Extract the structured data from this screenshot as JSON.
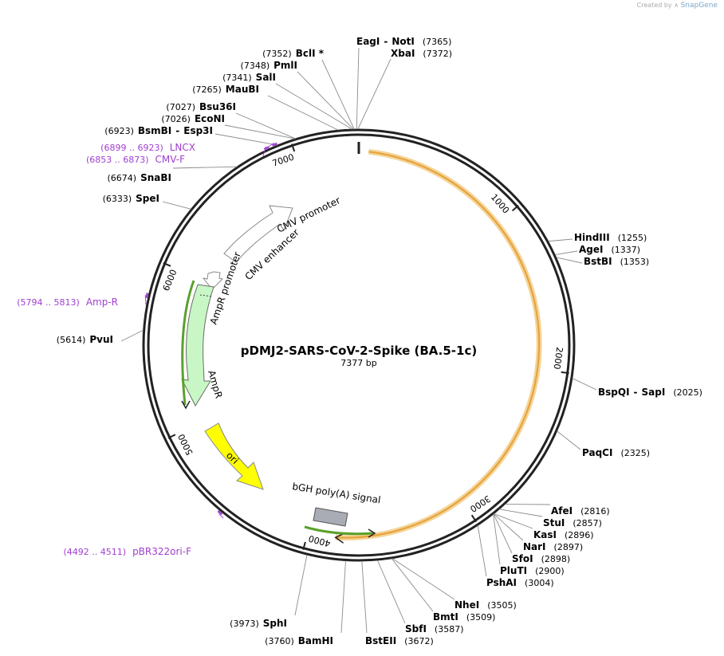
{
  "credit": {
    "prefix": "Created by",
    "brand": "SnapGene"
  },
  "plasmid": {
    "name": "pDMJ2-SARS-CoV-2-Spike (BA.5-1c)",
    "length_label": "7377 bp",
    "length": 7377
  },
  "ticks": [
    "1000",
    "2000",
    "3000",
    "4000",
    "5000",
    "6000",
    "7000"
  ],
  "sites": [
    {
      "id": "eagi",
      "label": "EagI",
      "sep": "-",
      "label2": "NotI",
      "pos": "(7365)",
      "bp": 7365
    },
    {
      "id": "xbai",
      "label": "XbaI",
      "pos": "(7372)",
      "bp": 7372
    },
    {
      "id": "bcli",
      "label": "BclI *",
      "pos": "(7352)",
      "bp": 7352
    },
    {
      "id": "pmli",
      "label": "PmlI",
      "pos": "(7348)",
      "bp": 7348
    },
    {
      "id": "sali",
      "label": "SalI",
      "pos": "(7341)",
      "bp": 7341
    },
    {
      "id": "maubi",
      "label": "MauBI",
      "pos": "(7265)",
      "bp": 7265
    },
    {
      "id": "bsu36i",
      "label": "Bsu36I",
      "pos": "(7027)",
      "bp": 7027
    },
    {
      "id": "econi",
      "label": "EcoNI",
      "pos": "(7026)",
      "bp": 7026
    },
    {
      "id": "bsmbi",
      "label": "BsmBI",
      "sep": "-",
      "label2": "Esp3I",
      "pos": "(6923)",
      "bp": 6923
    },
    {
      "id": "snabi",
      "label": "SnaBI",
      "pos": "(6674)",
      "bp": 6674
    },
    {
      "id": "spei",
      "label": "SpeI",
      "pos": "(6333)",
      "bp": 6333
    },
    {
      "id": "pvui",
      "label": "PvuI",
      "pos": "(5614)",
      "bp": 5614
    },
    {
      "id": "sphi",
      "label": "SphI",
      "pos": "(3973)",
      "bp": 3973
    },
    {
      "id": "bamhi",
      "label": "BamHI",
      "pos": "(3760)",
      "bp": 3760
    },
    {
      "id": "bsteii",
      "label": "BstEII",
      "pos": "(3672)",
      "bp": 3672
    },
    {
      "id": "sbfi",
      "label": "SbfI",
      "pos": "(3587)",
      "bp": 3587
    },
    {
      "id": "bmti",
      "label": "BmtI",
      "pos": "(3509)",
      "bp": 3509
    },
    {
      "id": "nhei",
      "label": "NheI",
      "pos": "(3505)",
      "bp": 3505
    },
    {
      "id": "pshai",
      "label": "PshAI",
      "pos": "(3004)",
      "bp": 3004
    },
    {
      "id": "pluti",
      "label": "PluTI",
      "pos": "(2900)",
      "bp": 2900
    },
    {
      "id": "sfoi",
      "label": "SfoI",
      "pos": "(2898)",
      "bp": 2898
    },
    {
      "id": "nari",
      "label": "NarI",
      "pos": "(2897)",
      "bp": 2897
    },
    {
      "id": "kasi",
      "label": "KasI",
      "pos": "(2896)",
      "bp": 2896
    },
    {
      "id": "stui",
      "label": "StuI",
      "pos": "(2857)",
      "bp": 2857
    },
    {
      "id": "afei",
      "label": "AfeI",
      "pos": "(2816)",
      "bp": 2816
    },
    {
      "id": "paqci",
      "label": "PaqCI",
      "pos": "(2325)",
      "bp": 2325
    },
    {
      "id": "bspqi",
      "label": "BspQI",
      "sep": "-",
      "label2": "SapI",
      "pos": "(2025)",
      "bp": 2025
    },
    {
      "id": "hindiii",
      "label": "HindIII",
      "pos": "(1255)",
      "bp": 1255
    },
    {
      "id": "agei",
      "label": "AgeI",
      "pos": "(1337)",
      "bp": 1337
    },
    {
      "id": "bstbi",
      "label": "BstBI",
      "pos": "(1353)",
      "bp": 1353
    }
  ],
  "primers": [
    {
      "id": "lncx",
      "range": "(6899 .. 6923)",
      "name": "LNCX",
      "bp": 6911
    },
    {
      "id": "cmvf",
      "range": "(6853 .. 6873)",
      "name": "CMV-F",
      "bp": 6863
    },
    {
      "id": "ampr",
      "range": "(5794 .. 5813)",
      "name": "Amp-R",
      "bp": 5803
    },
    {
      "id": "pbr322",
      "range": "(4492 .. 4511)",
      "name": "pBR322ori-F",
      "bp": 4501
    }
  ],
  "features": {
    "cmv_promoter": "CMV promoter",
    "cmv_enhancer": "CMV enhancer",
    "ampr_promoter": "AmpR promoter",
    "ampr": "AmpR",
    "ori": "ori",
    "bgh": "bGH poly(A) signal"
  },
  "colors": {
    "backbone": "#222222",
    "orf": "#e8a33c",
    "primer": "#a03fd0",
    "ampr": "#c8f7c5",
    "ori": "#ffff00",
    "bgh": "#a9acb4",
    "cmv": "#ffffff",
    "green_arrow": "#5aa12a"
  }
}
